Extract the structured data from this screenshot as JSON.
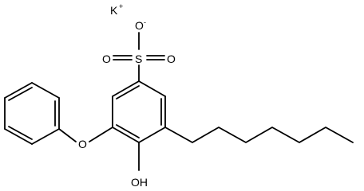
{
  "atoms": {
    "potassium": "K",
    "potassium_charge": "+",
    "sulfur": "S",
    "oxygen_anion": "O",
    "oxygen_anion_charge": "-",
    "oxygen_left": "O",
    "oxygen_right": "O",
    "ether_oxygen": "O",
    "hydroxyl": "OH"
  }
}
